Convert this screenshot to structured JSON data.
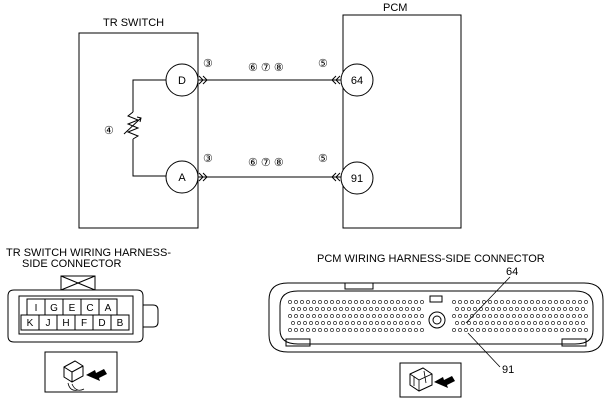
{
  "modules": {
    "tr_switch": "TR SWITCH",
    "pcm": "PCM"
  },
  "terminals": {
    "d": "D",
    "a": "A",
    "pcm_64": "64",
    "pcm_91": "91"
  },
  "callouts": {
    "wire_top_tr": "③",
    "wire_top_mid": "⑥ ⑦ ⑧",
    "wire_top_pcm": "⑤",
    "resistor": "④",
    "wire_bottom_tr": "③",
    "wire_bottom_mid": "⑥ ⑦ ⑧",
    "wire_bottom_pcm": "⑤"
  },
  "tr_connector": {
    "title_line1": "TR SWITCH WIRING HARNESS-",
    "title_line2": "SIDE CONNECTOR",
    "top_row": [
      "I",
      "G",
      "E",
      "C",
      "A"
    ],
    "bottom_row": [
      "K",
      "J",
      "H",
      "F",
      "D",
      "B"
    ]
  },
  "pcm_connector": {
    "title": "PCM WIRING HARNESS-SIDE CONNECTOR",
    "pin_labels": [
      "64",
      "91"
    ]
  },
  "icons": {
    "tr_view": "connector-view-arrow-icon",
    "pcm_view": "connector-view-arrow-icon"
  }
}
